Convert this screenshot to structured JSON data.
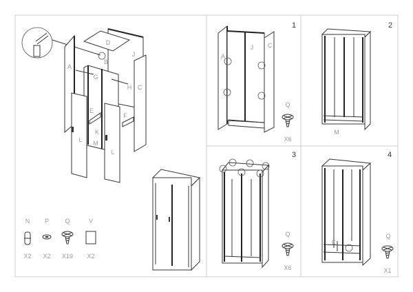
{
  "parts_exploded": {
    "labels": [
      "A",
      "B",
      "C",
      "D",
      "E",
      "F",
      "G",
      "H",
      "J",
      "K",
      "L",
      "L",
      "M"
    ]
  },
  "hardware_legend": [
    {
      "letter": "N",
      "icon": "hinge-pin-icon",
      "qty": "X2"
    },
    {
      "letter": "P",
      "icon": "washer-icon",
      "qty": "X2"
    },
    {
      "letter": "Q",
      "icon": "screw-icon",
      "qty": "X19"
    },
    {
      "letter": "V",
      "icon": "frame-plate-icon",
      "qty": "X2"
    }
  ],
  "steps": [
    {
      "number": "1",
      "part_labels": [
        "A",
        "J",
        "C"
      ],
      "hardware": "Q",
      "qty": "X6"
    },
    {
      "number": "2",
      "part_labels": [
        "M"
      ]
    },
    {
      "number": "3",
      "hardware": "Q",
      "qty": "X6"
    },
    {
      "number": "4",
      "part_labels": [
        "K"
      ],
      "hardware": "Q",
      "qty": "X1"
    }
  ]
}
